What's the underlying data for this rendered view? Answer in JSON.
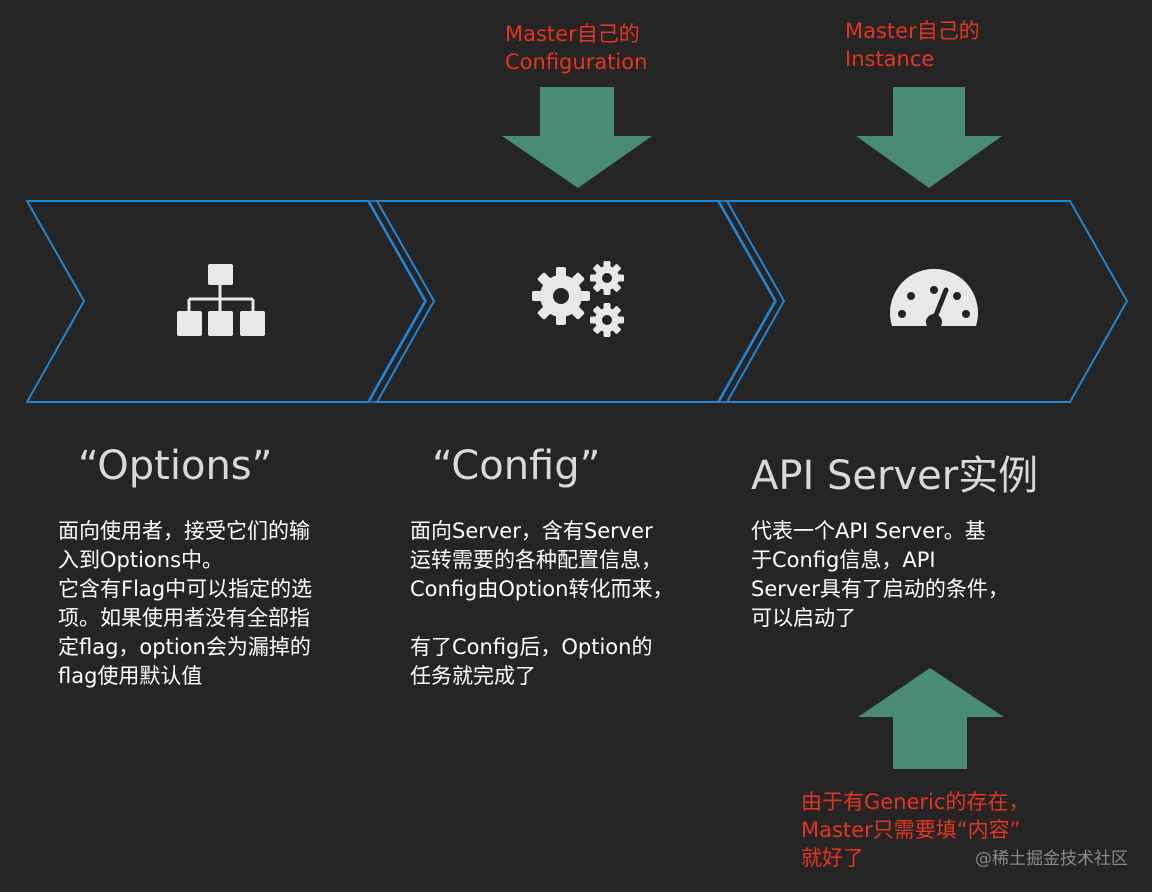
{
  "colors": {
    "background": "#252526",
    "chevron_stroke": "#1f86d6",
    "arrow_fill": "#4a8c73",
    "note_text": "#e8341f",
    "title_text": "#d9d9d9",
    "body_text": "#ffffff"
  },
  "stages": [
    {
      "icon": "hierarchy-icon",
      "title": "“Options”",
      "description": [
        "面向使用者，接受它们的输",
        "入到Options中。",
        "它含有Flag中可以指定的选",
        "项。如果使用者没有全部指",
        "定flag，option会为漏掉的",
        "flag使用默认值"
      ]
    },
    {
      "icon": "gears-icon",
      "title": "“Config”",
      "description": [
        "面向Server，含有Server",
        "运转需要的各种配置信息，",
        "Config由Option转化而来，",
        "",
        "有了Config后，Option的",
        "任务就完成了"
      ]
    },
    {
      "icon": "gauge-icon",
      "title": "API Server实例",
      "description": [
        "代表一个API Server。基",
        "于Config信息，API",
        "Server具有了启动的条件，",
        "可以启动了"
      ]
    }
  ],
  "notes": {
    "config_input": [
      "Master自己的",
      "Configuration"
    ],
    "instance_input": [
      "Master自己的",
      "Instance"
    ],
    "generic_note": [
      "由于有Generic的存在，",
      "Master只需要填“内容”",
      "就好了"
    ]
  },
  "watermark": "@稀土掘金技术社区"
}
